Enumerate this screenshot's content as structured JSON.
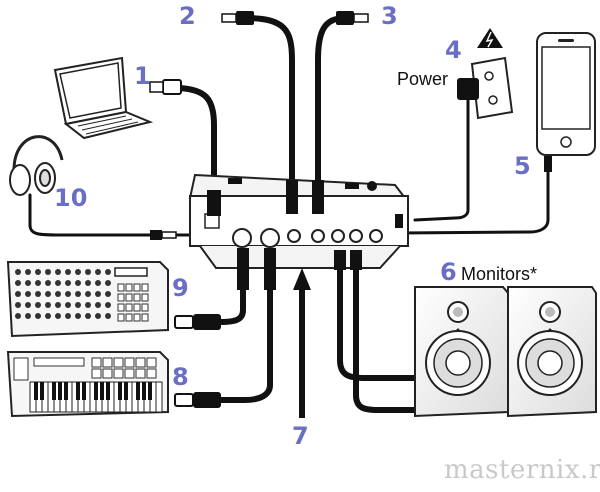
{
  "callouts": {
    "n1": "1",
    "n2": "2",
    "n3": "3",
    "n4": "4",
    "n5": "5",
    "n6": "6",
    "n7": "7",
    "n8": "8",
    "n9": "9",
    "n10": "10"
  },
  "labels": {
    "power": "Power",
    "monitors": "Monitors*"
  },
  "watermark": "masternix.ru",
  "colors": {
    "callout": "#6b6fc4",
    "cable": "#111111",
    "outline": "#222222",
    "fill_light": "#f2f2f2",
    "watermark": "#c9c9c9"
  }
}
